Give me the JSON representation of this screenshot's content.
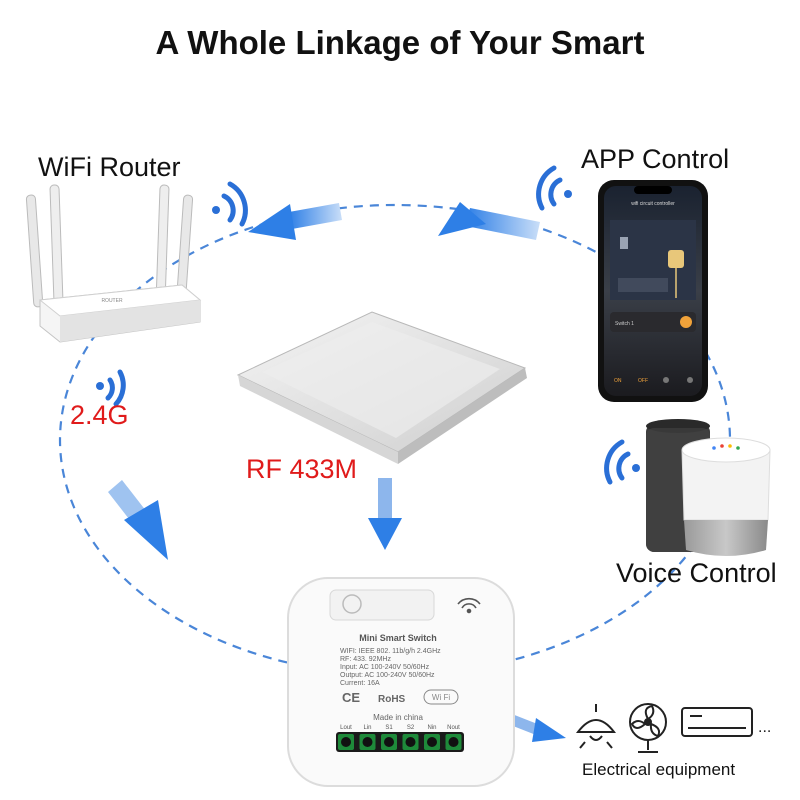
{
  "title": "A Whole Linkage of Your Smart",
  "labels": {
    "router": "WiFi Router",
    "app": "APP Control",
    "band": "2.4G",
    "rf": "RF 433M",
    "voice": "Voice Control",
    "equipment": "Electrical equipment"
  },
  "router_brand": "ROUTER",
  "phone": {
    "header": "wifi circuit controller",
    "row_label": "Switch 1",
    "on": "ON",
    "off": "OFF"
  },
  "device": {
    "name": "Mini Smart Switch",
    "spec1": "WIFI: IEEE 802. 11b/g/h 2.4GHz",
    "spec2": "RF: 433. 92MHz",
    "spec3": "Input: AC 100-240V 50/60Hz",
    "spec4": "Output: AC 100-240V 50/60Hz",
    "spec5": "Current: 16A",
    "ce": "CE",
    "rohs": "RoHS",
    "wifi_badge": "Wi Fi",
    "origin": "Made in china",
    "terminals": [
      "Lout",
      "Lin",
      "S1",
      "S2",
      "Nin",
      "Nout"
    ]
  },
  "equipment_more": "...",
  "colors": {
    "arrow": "#2e7fe6",
    "dashed_circle": "#4a86d8",
    "signal": "#2a6fd6",
    "red_text": "#e01b1b",
    "terminal_green": "#1e8a3a"
  }
}
